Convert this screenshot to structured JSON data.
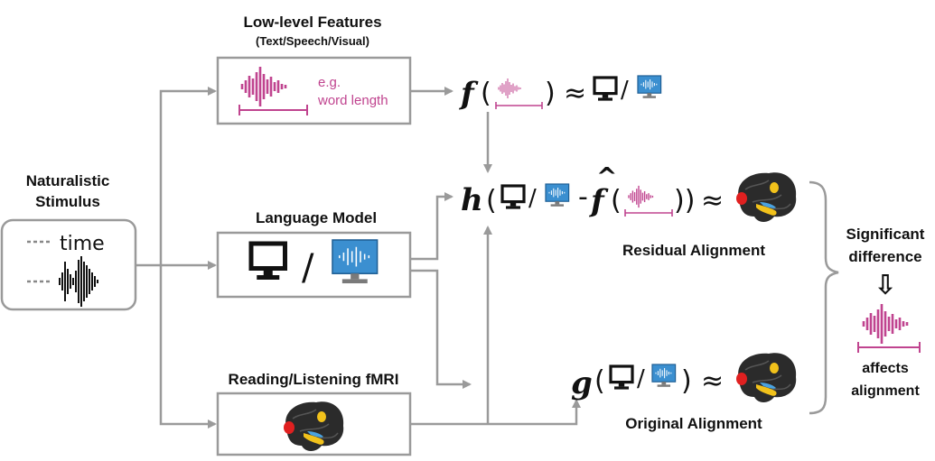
{
  "stimulus": {
    "title_line1": "Naturalistic",
    "title_line2": "Stimulus",
    "time_label": "time"
  },
  "features": {
    "title": "Low-level Features",
    "subtitle": "(Text/Speech/Visual)",
    "example_line1": "e.g.",
    "example_line2": "word length"
  },
  "language_model": {
    "title": "Language Model",
    "separator": "/"
  },
  "fmri": {
    "title": "Reading/Listening fMRI"
  },
  "equations": {
    "f_symbol": "f",
    "h_symbol": "h",
    "g_symbol": "g",
    "f_hat_symbol": "f",
    "hat": "^",
    "approx": "≈",
    "open_paren": "(",
    "close_paren": ")",
    "double_close_paren": "))",
    "slash": "/",
    "minus": "-"
  },
  "alignment": {
    "residual": "Residual Alignment",
    "original": "Original Alignment"
  },
  "conclusion": {
    "line1": "Significant",
    "line2": "difference",
    "arrow": "⇩",
    "line3": "affects",
    "line4": "alignment"
  },
  "colors": {
    "accent_pink": "#c0448f",
    "monitor_blue": "#3b8fd0",
    "arrow_gray": "#9a9a9a",
    "brain_dark": "#2b2b2b",
    "brain_red": "#e02020",
    "brain_yellow": "#f2c21b",
    "brain_blue": "#4aa3e0"
  }
}
